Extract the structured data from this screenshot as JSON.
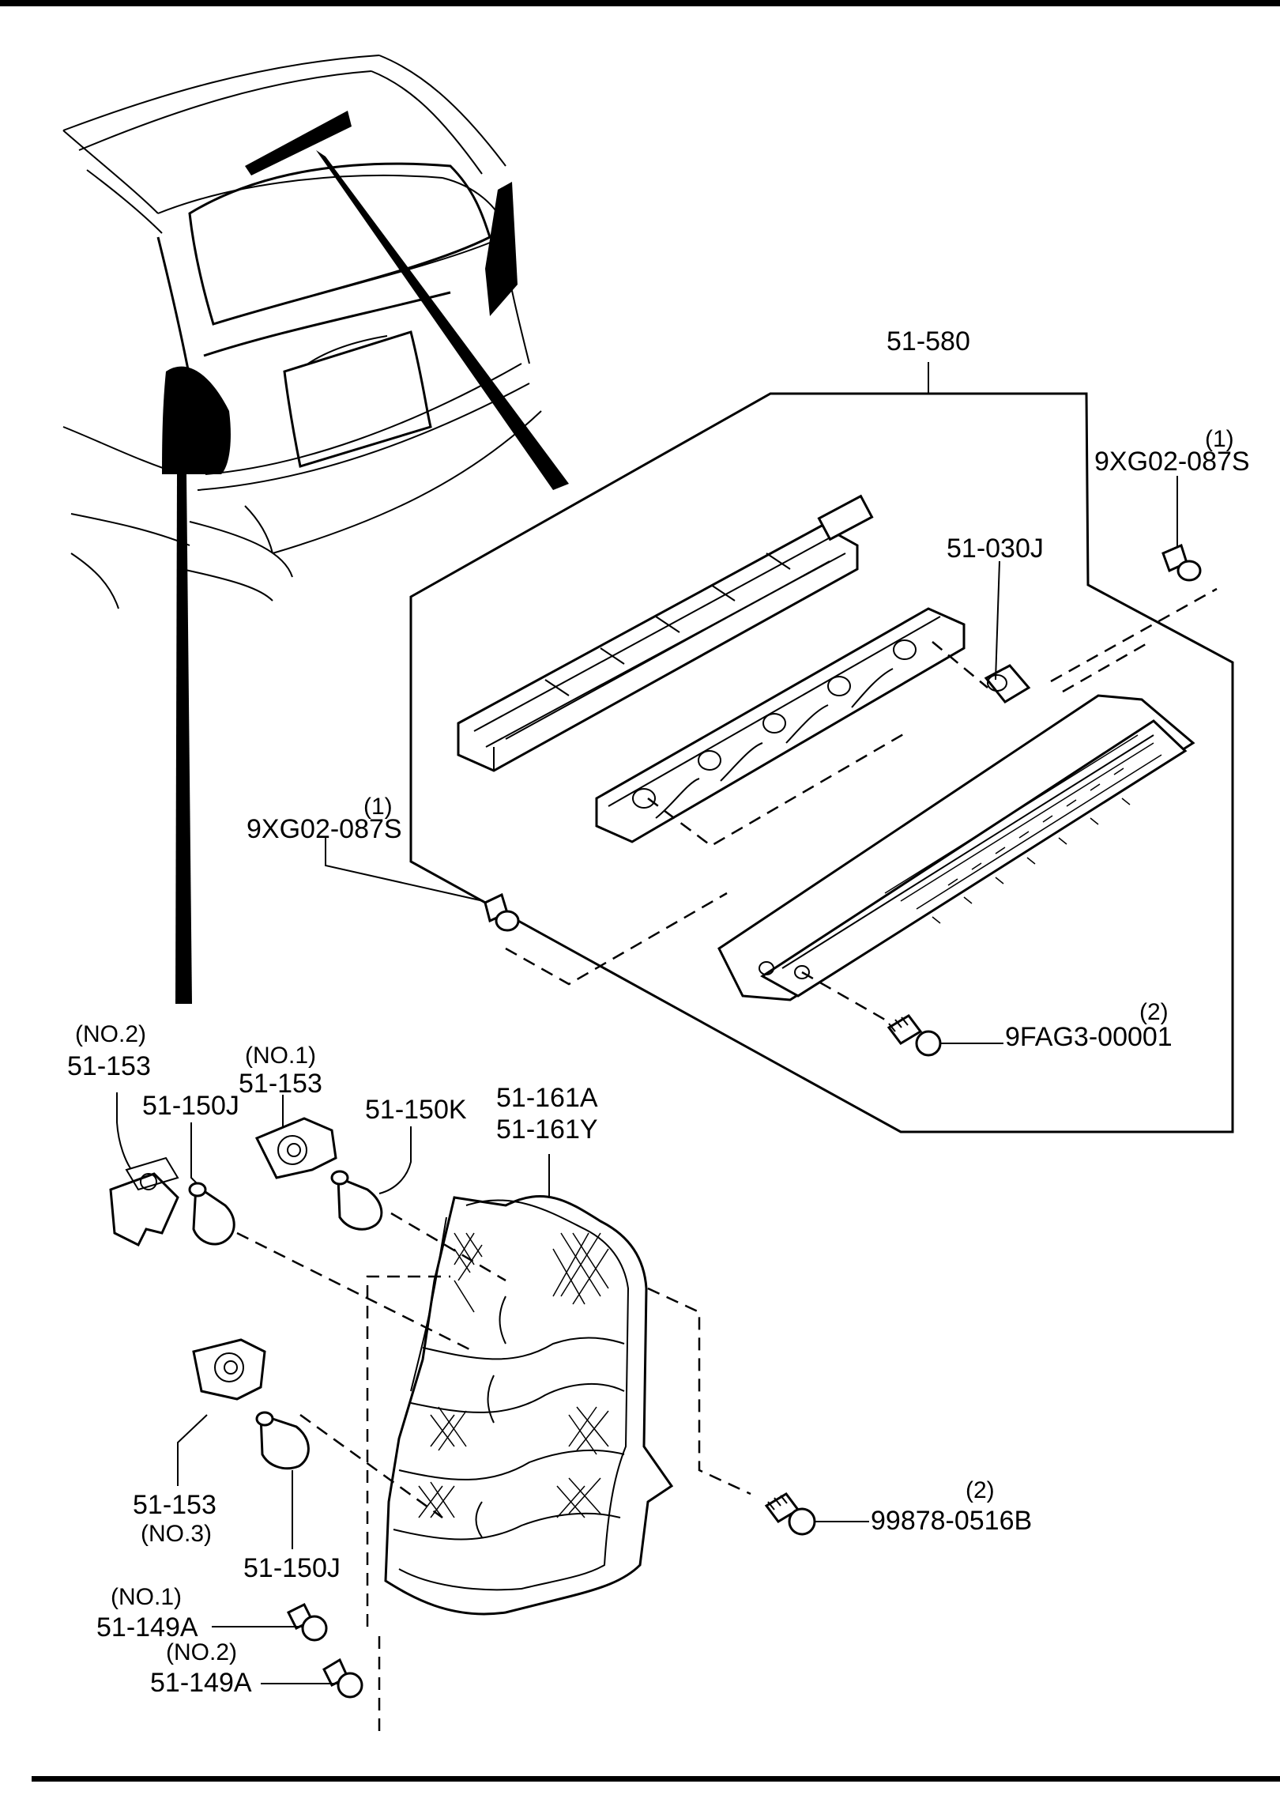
{
  "callouts": {
    "assembly_51_580": "51-580",
    "bolt_right_qty": "(1)",
    "bolt_right_part": "9XG02-087S",
    "bulb_51_030j": "51-030J",
    "bolt_left_qty": "(1)",
    "bolt_left_part": "9XG02-087S",
    "screw_9fag3_qty": "(2)",
    "screw_9fag3_part": "9FAG3-00001",
    "socket_no2_qty": "(NO.2)",
    "socket_no2_part": "51-153",
    "bulb_150j_a": "51-150J",
    "socket_no1_qty": "(NO.1)",
    "socket_no1_part": "51-153",
    "bulb_150k": "51-150K",
    "lamp_161a": "51-161A",
    "lamp_161y": "51-161Y",
    "socket_no3_part": "51-153",
    "socket_no3_qty": "(NO.3)",
    "bulb_150j_b": "51-150J",
    "screw_99878_qty": "(2)",
    "screw_99878_part": "99878-0516B",
    "clip_no1_qty": "(NO.1)",
    "clip_no1_part": "51-149A",
    "clip_no2_qty": "(NO.2)",
    "clip_no2_part": "51-149A"
  }
}
